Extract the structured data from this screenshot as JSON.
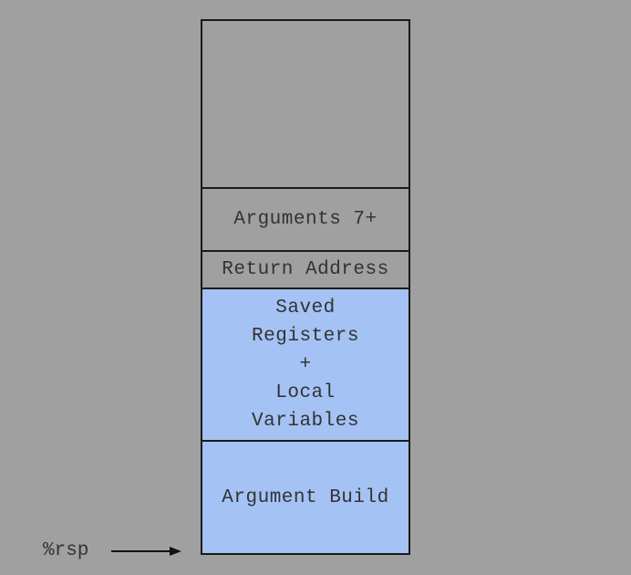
{
  "stack": {
    "frames": [
      {
        "label": ""
      },
      {
        "label": "Arguments 7+"
      },
      {
        "label": "Return Address"
      },
      {
        "label": "Saved\nRegisters\n+\nLocal\nVariables"
      },
      {
        "label": "Argument Build"
      }
    ]
  },
  "pointer": {
    "label": "%rsp"
  },
  "colors": {
    "background": "#a0a0a0",
    "highlight": "#a4c2f4",
    "border": "#1a1a1a",
    "text": "#333333"
  }
}
